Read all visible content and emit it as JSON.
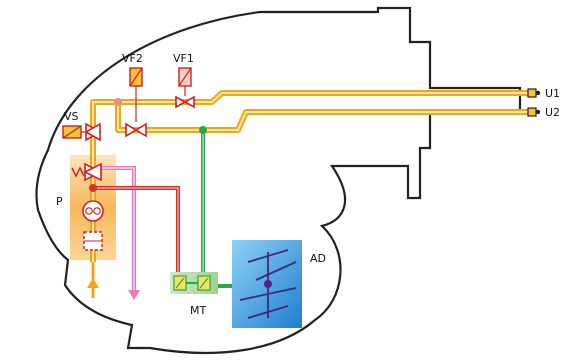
{
  "labels": {
    "vs": "VS",
    "vf2": "VF2",
    "vf1": "VF1",
    "p": "P",
    "mt": "MT",
    "ad": "AD",
    "u1": "U1",
    "u2": "U2"
  },
  "colors": {
    "outline": "#222222",
    "fuel_line": "#f2a51a",
    "fuel_line_inner": "#fde9a8",
    "control_line": "#d93030",
    "green_line": "#2aa84a",
    "pink_line": "#e878c0",
    "pump_block": "#f8c26a",
    "ad_block": "#2e8fd8",
    "mt_block": "#a8d8a0",
    "valve_red": "#d42020"
  }
}
